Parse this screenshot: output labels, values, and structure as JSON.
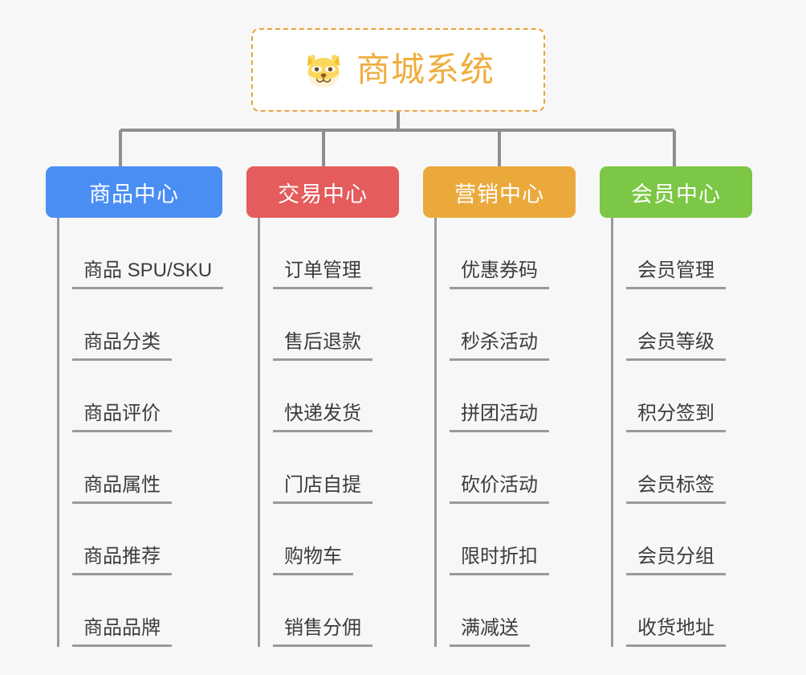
{
  "page": {
    "background_color": "#f7f7f7",
    "type": "mind-map"
  },
  "root": {
    "title": "商城系统",
    "icon": "shiba-dog-face-icon",
    "border_color": "#e8a33d",
    "text_color": "#f0ad3e",
    "background_color": "#ffffff"
  },
  "connector": {
    "color": "#8f8f8f"
  },
  "categories": [
    {
      "label": "商品中心",
      "color": "#4a8ef4",
      "items": [
        "商品 SPU/SKU",
        "商品分类",
        "商品评价",
        "商品属性",
        "商品推荐",
        "商品品牌"
      ]
    },
    {
      "label": "交易中心",
      "color": "#e45c5c",
      "items": [
        "订单管理",
        "售后退款",
        "快递发货",
        "门店自提",
        "购物车",
        "销售分佣"
      ]
    },
    {
      "label": "营销中心",
      "color": "#eba93c",
      "items": [
        "优惠券码",
        "秒杀活动",
        "拼团活动",
        "砍价活动",
        "限时折扣",
        "满减送"
      ]
    },
    {
      "label": "会员中心",
      "color": "#7cc745",
      "items": [
        "会员管理",
        "会员等级",
        "积分签到",
        "会员标签",
        "会员分组",
        "收货地址"
      ]
    }
  ]
}
